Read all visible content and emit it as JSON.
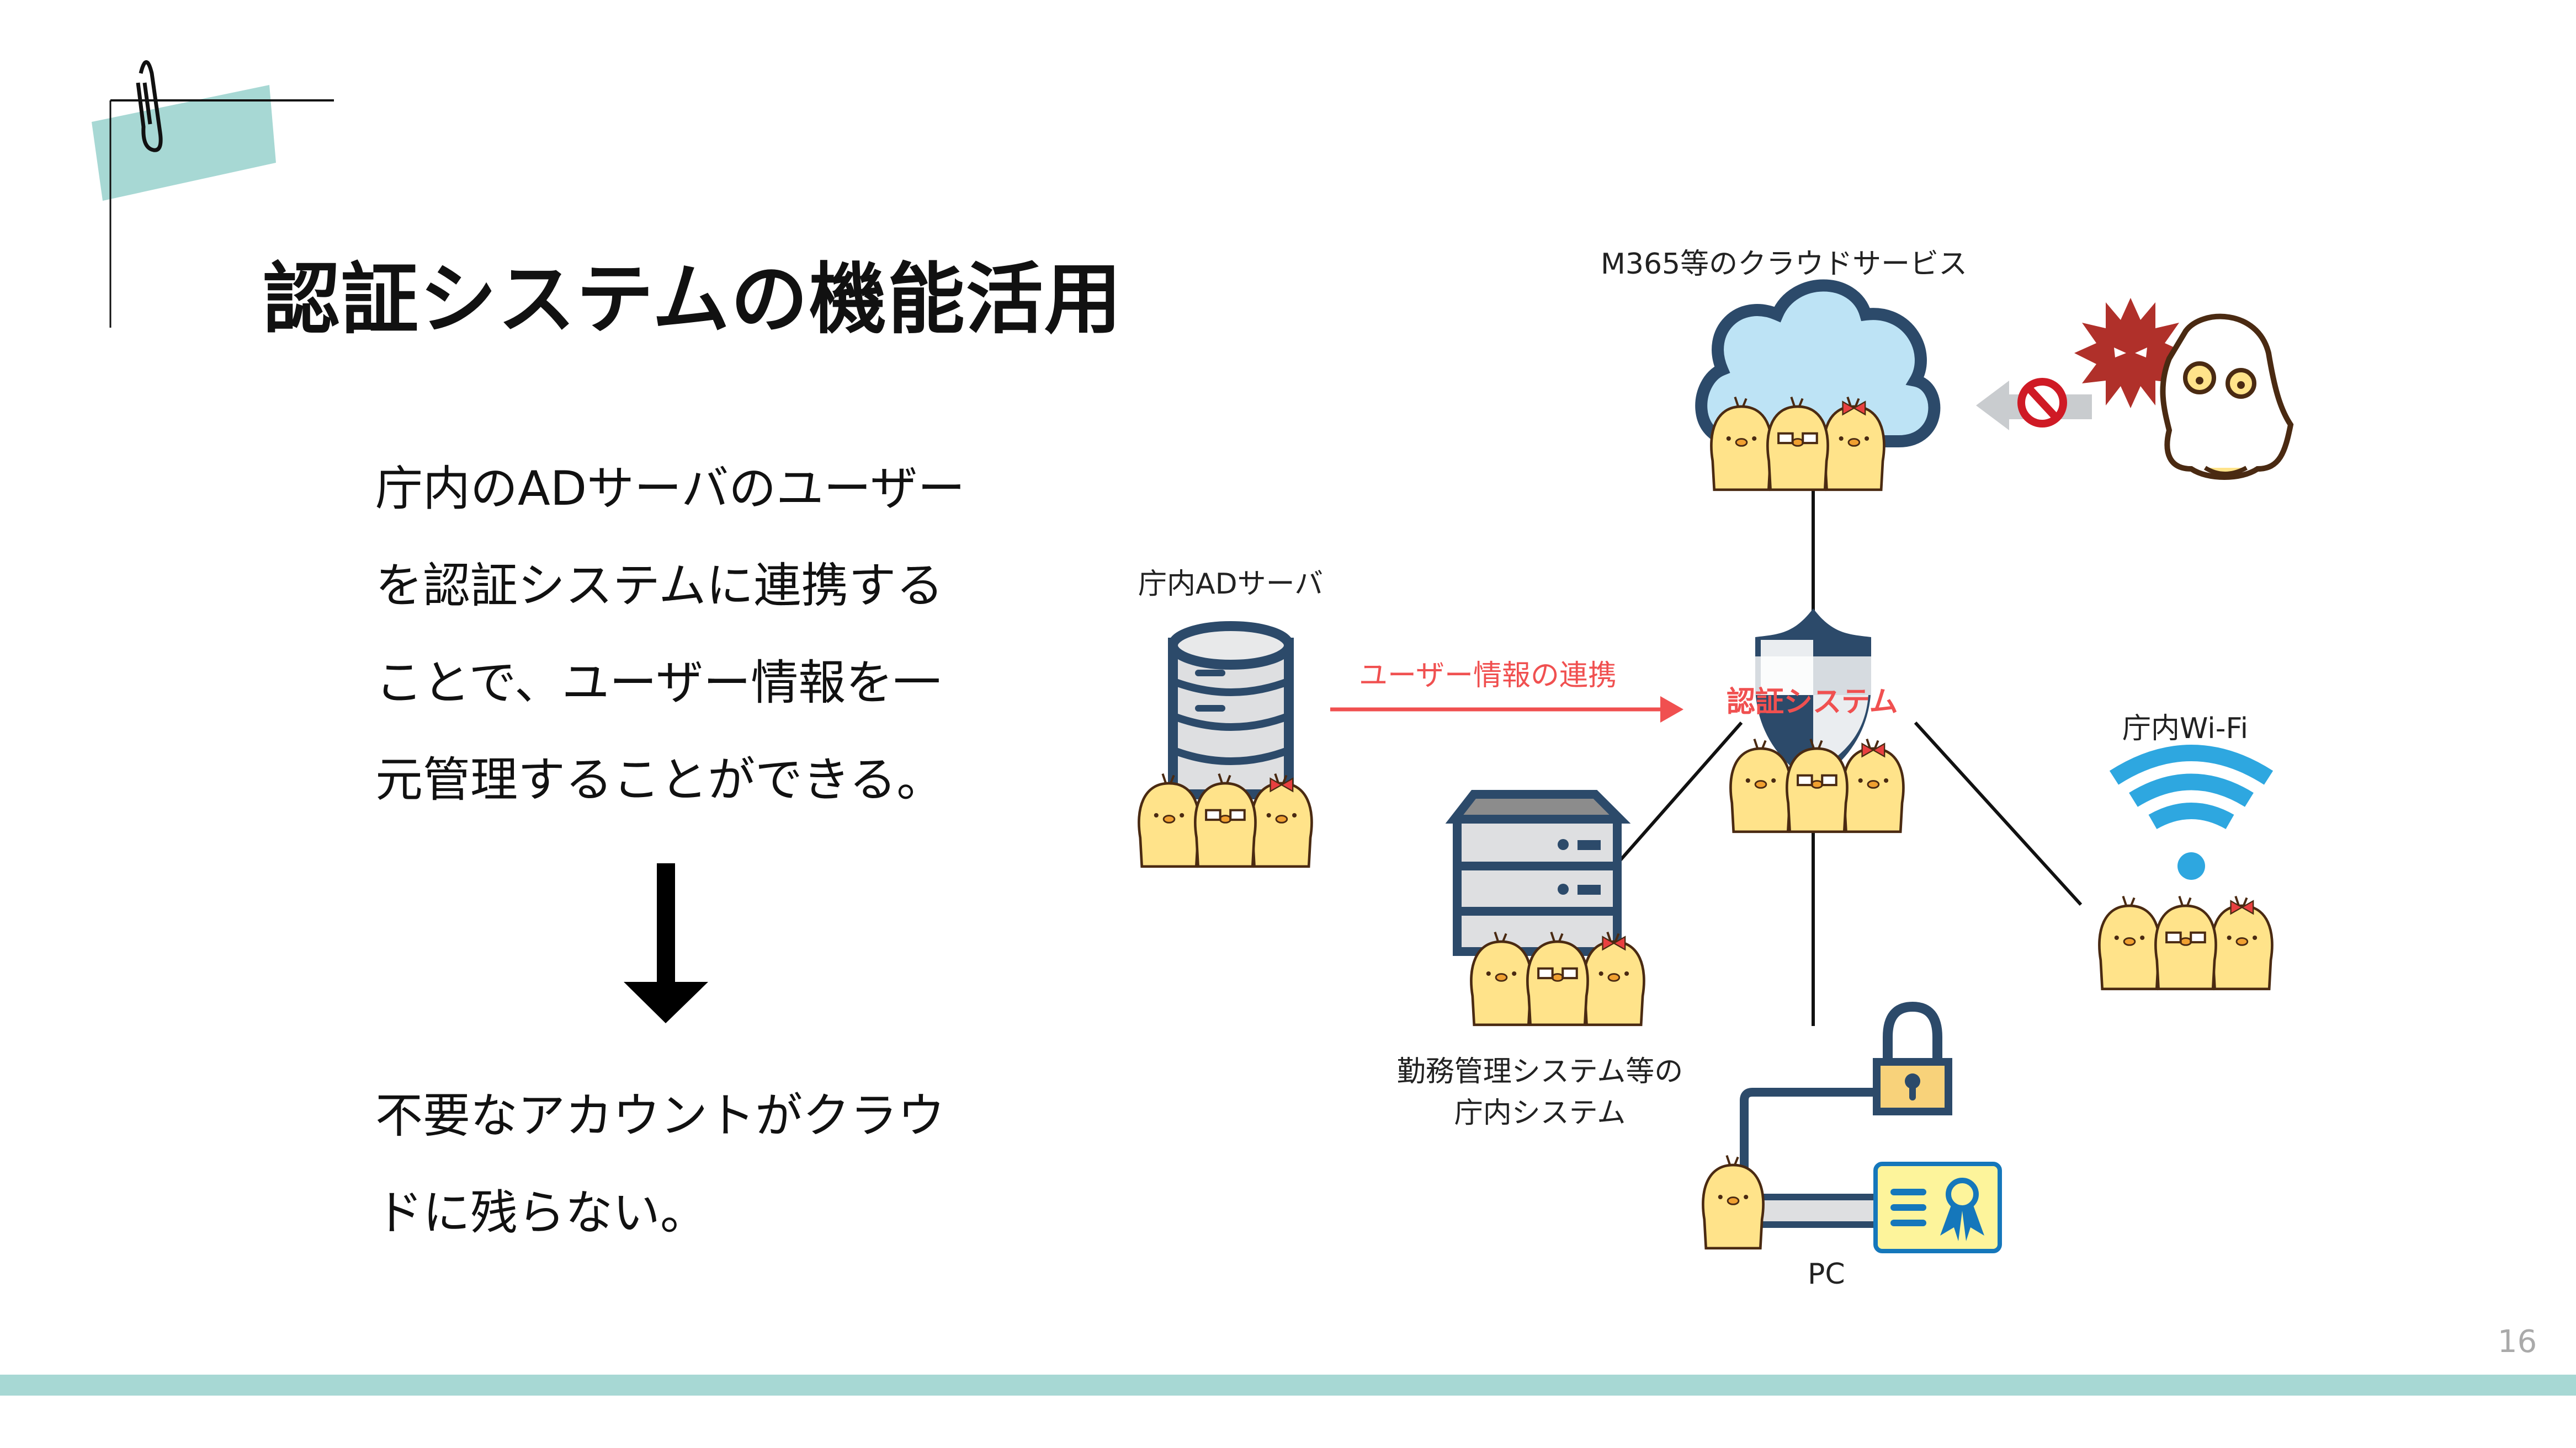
{
  "slide": {
    "title": "認証システムの機能活用",
    "page_number": "16",
    "accent_color": "#a7d8d4"
  },
  "body": {
    "lines": [
      "庁内のADサーバのユーザー",
      "を認証システムに連携する",
      "ことで、ユーザー情報を一",
      "元管理することができる。"
    ],
    "result_lines": [
      "不要なアカウントがクラウ",
      "ドに残らない。"
    ]
  },
  "diagram": {
    "cloud_label": "M365等のクラウドサービス",
    "ad_server_label": "庁内ADサーバ",
    "sync_arrow_label": "ユーザー情報の連携",
    "auth_system_label": "認証システム",
    "wifi_label": "庁内Wi-Fi",
    "internal_system_label_1": "勤務管理システム等の",
    "internal_system_label_2": "庁内システム",
    "pc_label": "PC",
    "colors": {
      "navy": "#2c4a6a",
      "red_label": "#f05050",
      "wifi_blue": "#2ea7e0",
      "cloud_fill": "#bde3f5",
      "chick_yellow": "#ffe38a",
      "virus_red": "#b0302a"
    }
  }
}
